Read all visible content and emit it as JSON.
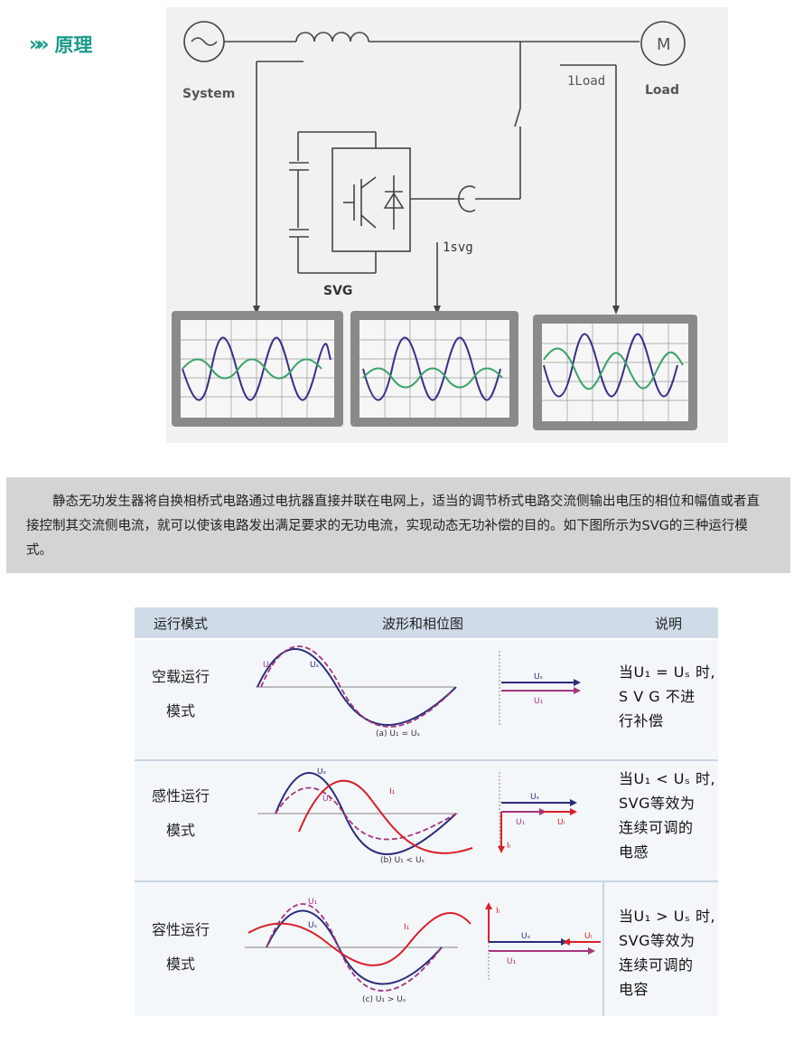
{
  "header": {
    "chevrons": "»»",
    "title": "原理"
  },
  "diagram": {
    "system_label": "System",
    "motor_label": "M",
    "load_label": "Load",
    "iload_label": "1Load",
    "isvg_label": "1svg",
    "svg_label": "SVG"
  },
  "description": "静态无功发生器将自换相桥式电路通过电抗器直接并联在电网上，适当的调节桥式电路交流侧输出电压的相位和幅值或者直接控制其交流侧电流，就可以使该电路发出满足要求的无功电流，实现动态无功补偿的目的。如下图所示为SVG的三种运行模式。",
  "table": {
    "headers": [
      "运行模式",
      "波形和相位图",
      "说明"
    ],
    "rows": [
      {
        "mode_line1": "空载运行",
        "mode_line2": "模式",
        "caption": "(a)  U₁ = Uₛ",
        "explain": [
          "当U₁ = Uₛ 时,",
          "S V G 不进",
          "行补偿"
        ],
        "labels": {
          "u1": "U₁",
          "us": "Uₛ",
          "ph_us": "Uₛ",
          "ph_u1": "U₁"
        }
      },
      {
        "mode_line1": "感性运行",
        "mode_line2": "模式",
        "caption": "(b)  U₁ < Uₛ",
        "explain": [
          "当U₁ < Uₛ 时,",
          "SVG等效为",
          "连续可调的",
          "电感"
        ],
        "labels": {
          "us": "Uₛ",
          "u1": "U₁",
          "il": "I₁",
          "ph_us": "Uₛ",
          "ph_u1": "U₁",
          "ph_ul": "Uₗ",
          "ph_il": "Iₗ"
        }
      },
      {
        "mode_line1": "容性运行",
        "mode_line2": "模式",
        "caption": "(c)  U₁ > Uₛ",
        "explain": [
          "当U₁ > Uₛ 时,",
          "SVG等效为",
          "连续可调的",
          "电容"
        ],
        "labels": {
          "u1": "U₁",
          "us": "Uₛ",
          "il": "I₁",
          "ph_il": "Iₗ",
          "ph_us": "Uₛ",
          "ph_ul": "Uₗ",
          "ph_u1": "U₁"
        }
      }
    ]
  },
  "colors": {
    "accent": "#1a9a8a",
    "header_bg": "#cfdce8",
    "row_bg": "#f4f7fa",
    "navy": "#2a2c7a",
    "purple": "#a4357d",
    "red": "#d8202a",
    "scope_purple": "#3b2e88",
    "scope_green": "#3aa46a"
  }
}
